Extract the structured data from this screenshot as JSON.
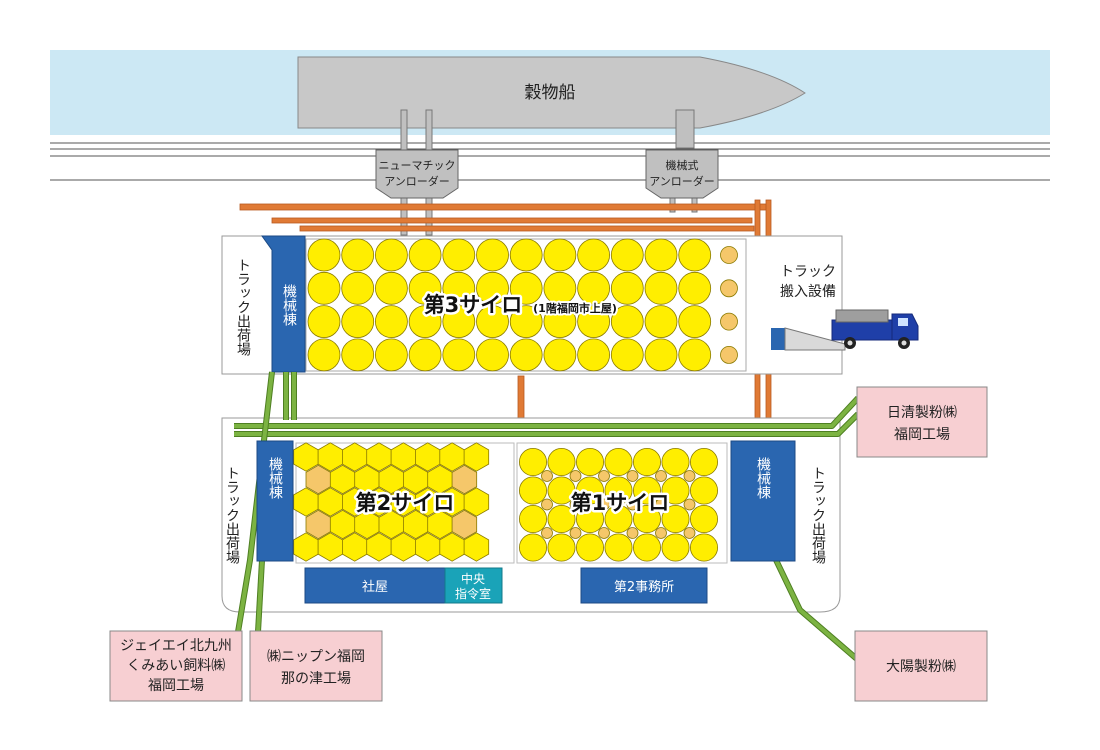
{
  "ship": "穀物船",
  "unloaders": {
    "pneumatic": [
      "ニューマチック",
      "アンローダー"
    ],
    "mechanical": [
      "機械式",
      "アンローダー"
    ]
  },
  "silos": {
    "s3_main": "第3サイロ",
    "s3_note": "(1階福岡市上屋)",
    "s2": "第2サイロ",
    "s1": "第1サイロ"
  },
  "machine_building": "機械棟",
  "truck_shipping": "トラック出荷場",
  "truck_receiving": [
    "トラック",
    "搬入設備"
  ],
  "rooms": {
    "office_main": "社屋",
    "central_control": [
      "中央",
      "指令室"
    ],
    "office2": "第2事務所"
  },
  "destinations": {
    "nisshin": [
      "日清製粉㈱",
      "福岡工場"
    ],
    "taiyo": "大陽製粉㈱",
    "jeiei": [
      "ジェイエイ北九州",
      "くみあい飼料㈱",
      "福岡工場"
    ],
    "nippn": [
      "㈱ニップン福岡",
      "那の津工場"
    ]
  },
  "colors": {
    "sea": "#cce8f4",
    "ship": "#c8c8c8",
    "silo_yellow": "#ffee00",
    "silo_orange": "#f5c76a",
    "machine_blue": "#2a66b0",
    "control_cyan": "#1aa3b8",
    "pipe_orange": "#e07a35",
    "pipe_green": "#7cb342",
    "dest_pink": "#f7cfd2",
    "truck_blue": "#1f3fa8"
  }
}
